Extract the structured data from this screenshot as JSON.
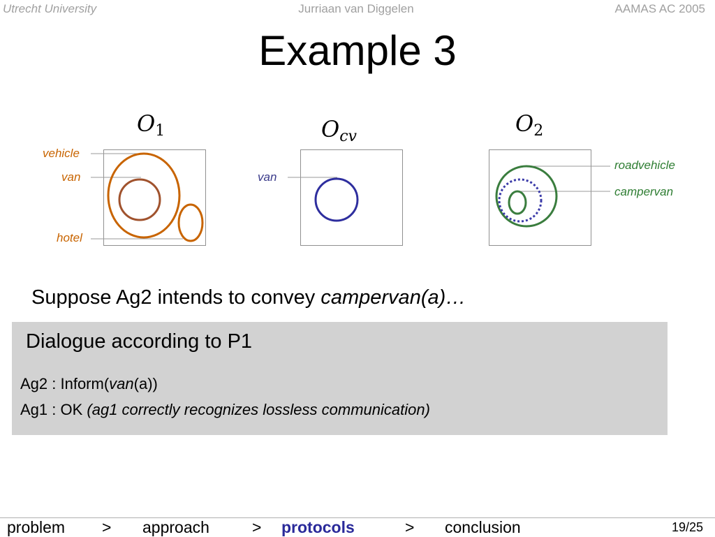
{
  "header": {
    "left": "Utrecht University",
    "center": "Jurriaan van Diggelen",
    "right": "AAMAS AC 2005"
  },
  "title": "Example 3",
  "ontologies": {
    "o1": {
      "symbol": "O",
      "subscript": "1",
      "labels": {
        "vehicle": "vehicle",
        "van": "van",
        "hotel": "hotel"
      }
    },
    "ocv": {
      "symbol": "O",
      "subscript": "cv",
      "labels": {
        "van": "van"
      }
    },
    "o2": {
      "symbol": "O",
      "subscript": "2",
      "labels": {
        "roadvehicle": "roadvehicle",
        "campervan": "campervan"
      }
    }
  },
  "colors": {
    "orange": "#c86400",
    "blue": "#3a3a8a",
    "green": "#2e7d32",
    "panel": "#d2d2d2",
    "nav_active": "#2a2a9a"
  },
  "suppose": {
    "prefix": "Suppose Ag2 intends to convey ",
    "emph": "campervan(a)…"
  },
  "dialogue": {
    "title": "Dialogue according to P1",
    "line1": {
      "speaker": "Ag2 : Inform(",
      "emph": "van",
      "suffix": "(a))"
    },
    "line2": {
      "speaker": "Ag1 : OK ",
      "comment": "(ag1 correctly recognizes lossless communication)"
    }
  },
  "footer": {
    "nav": [
      "problem",
      ">",
      "approach",
      ">",
      "protocols",
      ">",
      "conclusion"
    ],
    "active": "protocols",
    "page": "19/25"
  }
}
